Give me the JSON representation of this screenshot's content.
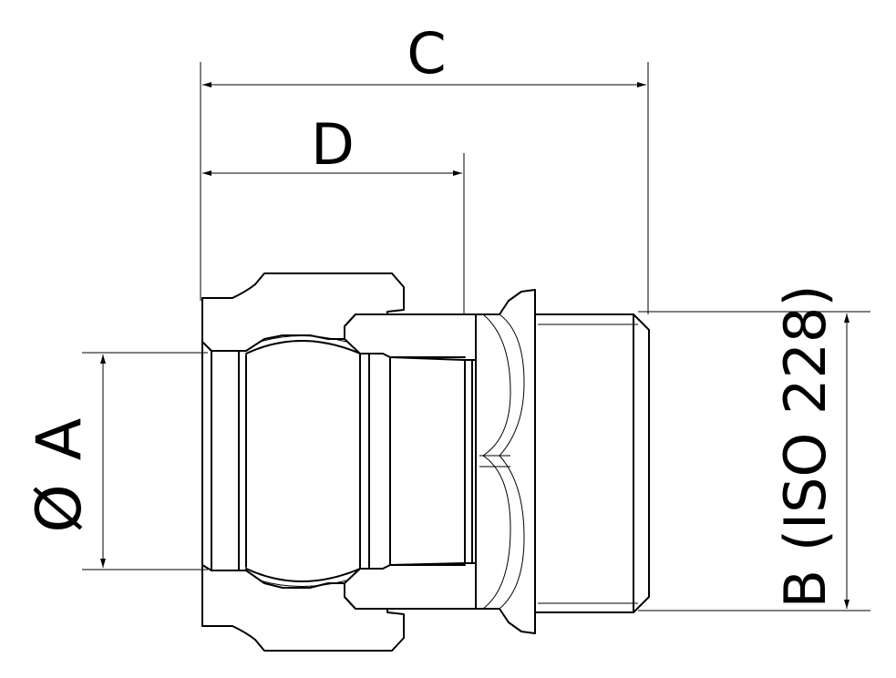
{
  "dimensions": {
    "a": {
      "symbol": "Ø",
      "label": "A"
    },
    "b": {
      "label": "B (ISO 228)"
    },
    "c": {
      "label": "C"
    },
    "d": {
      "label": "D"
    }
  }
}
